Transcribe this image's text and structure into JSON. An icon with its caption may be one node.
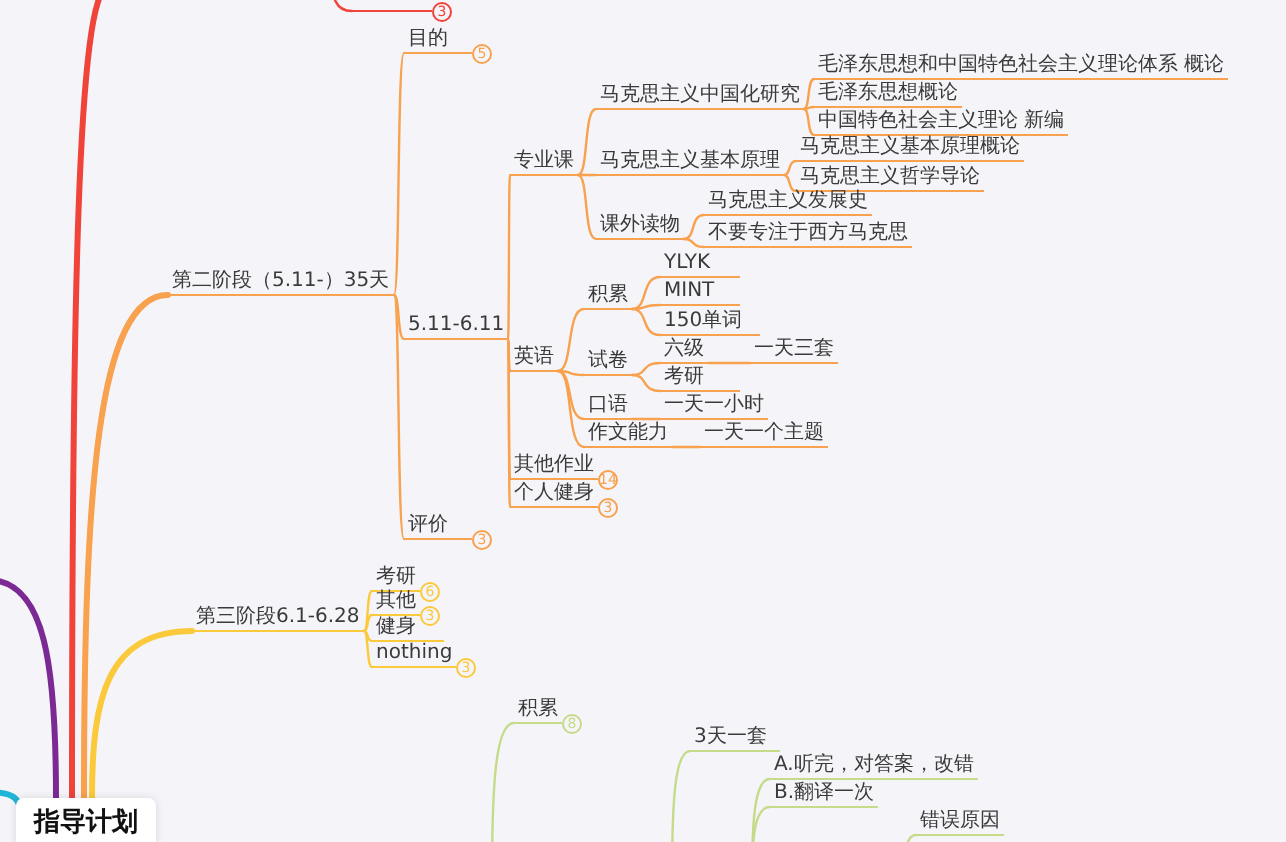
{
  "diagram": {
    "nodes": [
      {
        "text": [
          "指导计划"
        ]
      },
      {
        "text": [],
        "shape": "bar",
        "beside": [
          "3"
        ]
      },
      {
        "text": [
          "第二阶段（5.11-）35天"
        ]
      },
      {
        "text": [
          "目的"
        ],
        "beside": [
          "5"
        ]
      },
      {
        "text": [
          "5.11-6.11"
        ]
      },
      {
        "text": [
          "评价"
        ],
        "beside": [
          "3"
        ]
      },
      {
        "text": [
          "专业课"
        ]
      },
      {
        "text": [
          "马克思主义中国化研究"
        ]
      },
      {
        "text": [
          "毛泽东思想和中国特色社会主义理论体系 概论"
        ]
      },
      {
        "text": [
          "毛泽东思想概论"
        ]
      },
      {
        "text": [
          "中国特色社会主义理论 新编"
        ]
      },
      {
        "text": [
          "马克思主义基本原理"
        ]
      },
      {
        "text": [
          "马克思主义基本原理概论"
        ]
      },
      {
        "text": [
          "马克思主义哲学导论"
        ]
      },
      {
        "text": [
          "课外读物"
        ]
      },
      {
        "text": [
          "马克思主义发展史"
        ]
      },
      {
        "text": [
          "不要专注于西方马克思"
        ]
      },
      {
        "text": [
          "英语"
        ]
      },
      {
        "text": [
          "积累"
        ]
      },
      {
        "text": [
          "YLYK"
        ]
      },
      {
        "text": [
          "MINT"
        ]
      },
      {
        "text": [
          "150单词"
        ]
      },
      {
        "text": [
          "试卷"
        ]
      },
      {
        "text": [
          "六级"
        ]
      },
      {
        "text": [
          "一天三套"
        ]
      },
      {
        "text": [
          "考研"
        ]
      },
      {
        "text": [
          "口语"
        ]
      },
      {
        "text": [
          "一天一小时"
        ]
      },
      {
        "text": [
          "作文能力"
        ]
      },
      {
        "text": [
          "一天一个主题"
        ]
      },
      {
        "text": [
          "其他作业"
        ],
        "beside": [
          "14"
        ]
      },
      {
        "text": [
          "个人健身"
        ],
        "beside": [
          "3"
        ]
      },
      {
        "text": [
          "第三阶段6.1-6.28"
        ]
      },
      {
        "text": [
          "考研"
        ],
        "beside": [
          "6"
        ]
      },
      {
        "text": [
          "其他"
        ],
        "beside": [
          "3"
        ]
      },
      {
        "text": [
          "健身"
        ]
      },
      {
        "text": [
          "nothing"
        ],
        "beside": [
          "3"
        ]
      },
      {
        "text": [
          "积累"
        ],
        "beside": [
          "8"
        ]
      },
      {
        "text": [
          "3天一套"
        ]
      },
      {
        "text": [
          "A.听完，对答案，改错"
        ]
      },
      {
        "text": [
          "B.翻译一次"
        ]
      },
      {
        "text": [
          "错误原因"
        ]
      }
    ],
    "edges": [
      {
        "from": 0,
        "to": null,
        "arrow": "none",
        "style": "thick",
        "color": "#f0433a"
      },
      {
        "from": null,
        "to": 1,
        "arrow": "none",
        "color": "#f0433a"
      },
      {
        "from": 0,
        "to": 2,
        "arrow": "none",
        "style": "thick"
      },
      {
        "from": 0,
        "to": 32,
        "arrow": "none",
        "style": "thick",
        "color": "#fbc93c"
      },
      {
        "from": 0,
        "to": null,
        "arrow": "none",
        "style": "thick",
        "color": "#7b2a94"
      },
      {
        "from": 0,
        "to": null,
        "arrow": "none",
        "style": "thick",
        "color": "#1fb5d6"
      },
      {
        "from": 2,
        "to": 3,
        "arrow": "none"
      },
      {
        "from": 2,
        "to": 4,
        "arrow": "none"
      },
      {
        "from": 2,
        "to": 5,
        "arrow": "none"
      },
      {
        "from": 4,
        "to": 6,
        "arrow": "none"
      },
      {
        "from": 4,
        "to": 17,
        "arrow": "none"
      },
      {
        "from": 4,
        "to": 30,
        "arrow": "none"
      },
      {
        "from": 4,
        "to": 31,
        "arrow": "none"
      },
      {
        "from": 6,
        "to": 7,
        "arrow": "none"
      },
      {
        "from": 6,
        "to": 11,
        "arrow": "none"
      },
      {
        "from": 6,
        "to": 14,
        "arrow": "none"
      },
      {
        "from": 7,
        "to": 8,
        "arrow": "none"
      },
      {
        "from": 7,
        "to": 9,
        "arrow": "none"
      },
      {
        "from": 7,
        "to": 10,
        "arrow": "none"
      },
      {
        "from": 11,
        "to": 12,
        "arrow": "none"
      },
      {
        "from": 11,
        "to": 13,
        "arrow": "none"
      },
      {
        "from": 14,
        "to": 15,
        "arrow": "none"
      },
      {
        "from": 14,
        "to": 16,
        "arrow": "none"
      },
      {
        "from": 17,
        "to": 18,
        "arrow": "none"
      },
      {
        "from": 17,
        "to": 22,
        "arrow": "none"
      },
      {
        "from": 17,
        "to": 26,
        "arrow": "none"
      },
      {
        "from": 17,
        "to": 28,
        "arrow": "none"
      },
      {
        "from": 18,
        "to": 19,
        "arrow": "none"
      },
      {
        "from": 18,
        "to": 20,
        "arrow": "none"
      },
      {
        "from": 18,
        "to": 21,
        "arrow": "none"
      },
      {
        "from": 22,
        "to": 23,
        "arrow": "none"
      },
      {
        "from": 22,
        "to": 25,
        "arrow": "none"
      },
      {
        "from": 23,
        "to": 24,
        "arrow": "none"
      },
      {
        "from": 26,
        "to": 27,
        "arrow": "none"
      },
      {
        "from": 28,
        "to": 29,
        "arrow": "none"
      },
      {
        "from": 32,
        "to": 33,
        "arrow": "none",
        "color": "#fbc93c"
      },
      {
        "from": 32,
        "to": 34,
        "arrow": "none",
        "color": "#fbc93c"
      },
      {
        "from": 32,
        "to": 35,
        "arrow": "none",
        "color": "#fbc93c"
      },
      {
        "from": 32,
        "to": 36,
        "arrow": "none",
        "color": "#fbc93c"
      },
      {
        "from": null,
        "to": 37,
        "arrow": "none",
        "color": "#c5db8a"
      },
      {
        "from": null,
        "to": 38,
        "arrow": "none",
        "color": "#c5db8a"
      },
      {
        "from": null,
        "to": 39,
        "arrow": "none",
        "color": "#c5db8a"
      },
      {
        "from": null,
        "to": 40,
        "arrow": "none",
        "color": "#c5db8a"
      },
      {
        "from": null,
        "to": 41,
        "arrow": "none",
        "color": "#c5db8a"
      }
    ]
  }
}
